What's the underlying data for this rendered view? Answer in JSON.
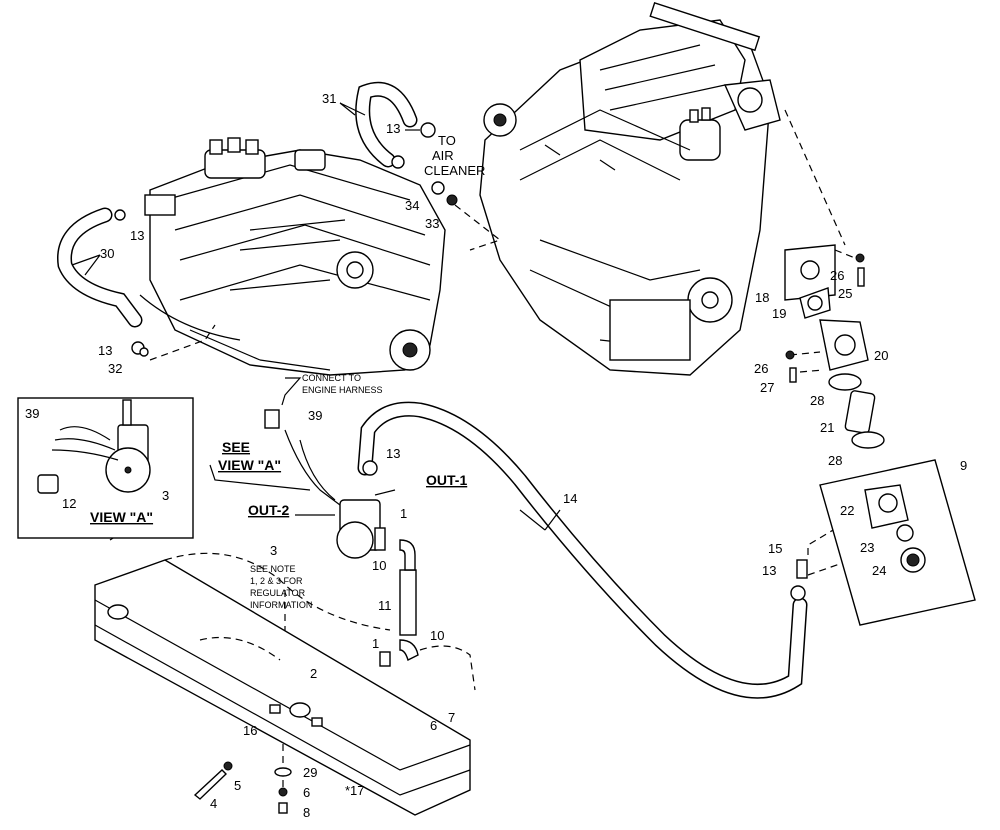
{
  "labels": {
    "p31": "31",
    "p13_top": "13",
    "to_air_cleaner_1": "TO",
    "to_air_cleaner_2": "AIR",
    "to_air_cleaner_3": "CLEANER",
    "p34": "34",
    "p33": "33",
    "p13_left": "13",
    "p30": "30",
    "p13_low": "13",
    "p32": "32",
    "p26_a": "26",
    "p25": "25",
    "p18": "18",
    "p19": "19",
    "p20": "20",
    "p26_b": "26",
    "p27": "27",
    "p28_a": "28",
    "p21": "21",
    "p28_b": "28",
    "p9": "9",
    "p22": "22",
    "p23": "23",
    "p24": "24",
    "p15": "15",
    "p13_right": "13",
    "p14": "14",
    "connect_1": "CONNECT TO",
    "connect_2": "ENGINE HARNESS",
    "p39_main": "39",
    "see": "SEE",
    "view_a": "VIEW \"A\"",
    "p13_mid": "13",
    "out1": "OUT-1",
    "out2": "OUT-2",
    "p1_top": "1",
    "p3_main": "3",
    "p10_top": "10",
    "note_1": "SEE NOTE",
    "note_2": "1, 2 & 3 FOR",
    "note_3": "REGULATOR",
    "note_4": "INFORMATION",
    "p11": "11",
    "p10_low": "10",
    "p1_low": "1",
    "p2": "2",
    "p7": "7",
    "p6_a": "6",
    "p16": "16",
    "p17": "*17",
    "p29": "29",
    "p6_b": "6",
    "p8": "8",
    "p4": "4",
    "p5": "5",
    "inset_39": "39",
    "inset_12": "12",
    "inset_view": "VIEW \"A\"",
    "inset_3": "3"
  }
}
